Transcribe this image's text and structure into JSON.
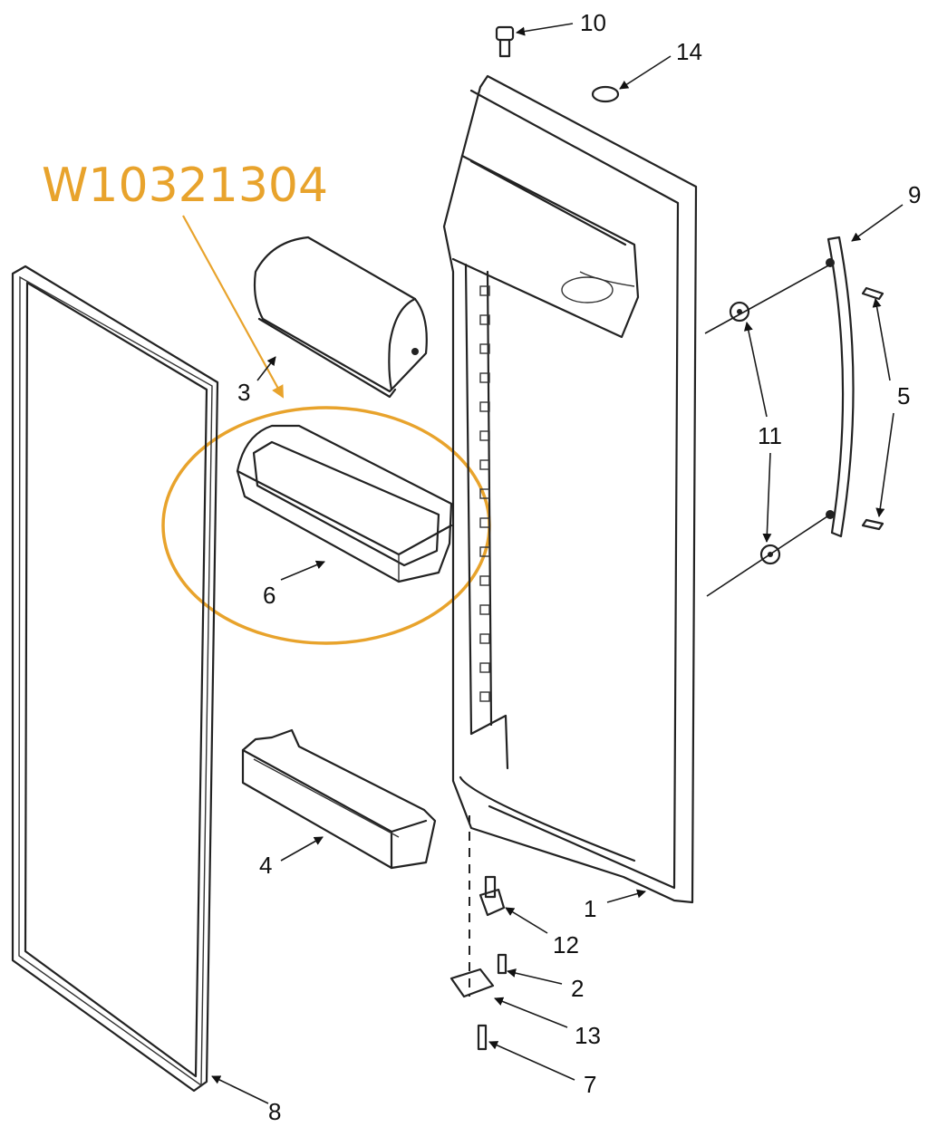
{
  "part_number": "W10321304",
  "accent_color": "#E8A32C",
  "callouts": {
    "c1": "1",
    "c2": "2",
    "c3": "3",
    "c4": "4",
    "c5": "5",
    "c6": "6",
    "c7": "7",
    "c8": "8",
    "c9": "9",
    "c10": "10",
    "c11": "11",
    "c12": "12",
    "c13": "13",
    "c14": "14"
  }
}
